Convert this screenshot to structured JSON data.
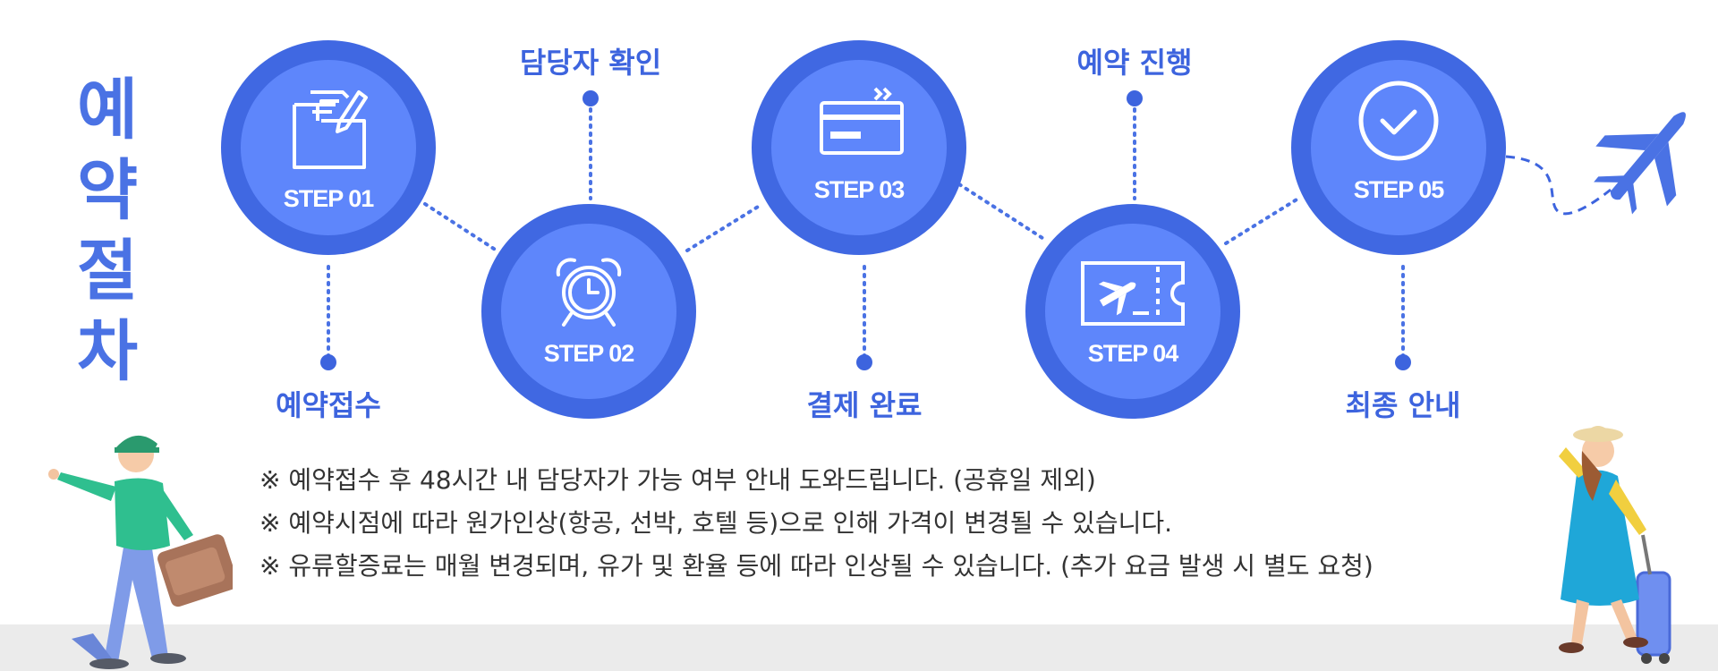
{
  "title_chars": [
    "예",
    "약",
    "절",
    "차"
  ],
  "steps": [
    {
      "label": "STEP 01",
      "icon": "document-edit-icon"
    },
    {
      "label": "STEP 02",
      "icon": "alarm-clock-icon"
    },
    {
      "label": "STEP 03",
      "icon": "credit-card-icon"
    },
    {
      "label": "STEP 04",
      "icon": "plane-ticket-icon"
    },
    {
      "label": "STEP 05",
      "icon": "check-circle-icon"
    }
  ],
  "captions": [
    "예약접수",
    "담당자 확인",
    "결제 완료",
    "예약 진행",
    "최종 안내"
  ],
  "notes": [
    "※ 예약접수 후 48시간 내 담당자가 가능 여부 안내 도와드립니다. (공휴일 제외)",
    "※ 예약시점에 따라 원가인상(항공, 선박, 호텔 등)으로 인해 가격이 변경될 수 있습니다.",
    "※ 유류할증료는 매월 변경되며, 유가 및 환율 등에 따라 인상될 수 있습니다.  (추가 요금 발생 시 별도 요청)"
  ],
  "colors": {
    "accent": "#4a72e4",
    "circle_outer": "#4068e2",
    "circle_inner": "#5e86fb",
    "ground": "#ebebeb"
  }
}
